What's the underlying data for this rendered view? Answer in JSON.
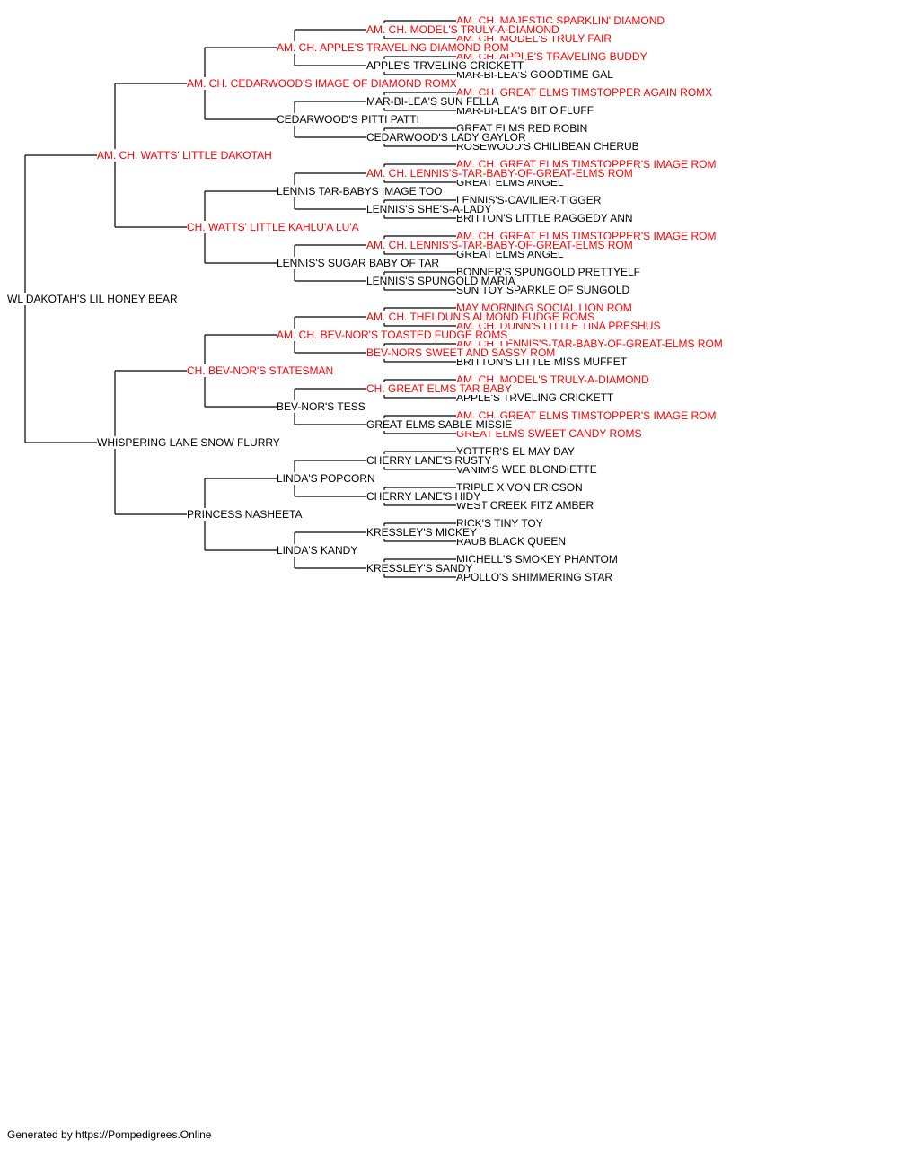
{
  "colors": {
    "titled": "#ff0000",
    "plain": "#000000",
    "line": "#000000"
  },
  "pedigree": {
    "name": "WL DAKOTAH'S LIL HONEY BEAR",
    "titled": false,
    "sire": {
      "name": "AM. CH. WATTS' LITTLE DAKOTAH",
      "titled": true,
      "sire": {
        "name": "AM. CH. CEDARWOOD'S IMAGE OF DIAMOND ROMX",
        "titled": true,
        "sire": {
          "name": "AM. CH. APPLE'S TRAVELING DIAMOND ROM",
          "titled": true,
          "sire": {
            "name": "AM. CH. MODEL'S TRULY-A-DIAMOND",
            "titled": true,
            "sire": {
              "name": "AM. CH. MAJESTIC SPARKLIN' DIAMOND",
              "titled": true
            },
            "dam": {
              "name": "AM. CH. MODEL'S TRULY FAIR",
              "titled": true
            }
          },
          "dam": {
            "name": "APPLE'S TRVELING CRICKETT",
            "titled": false,
            "sire": {
              "name": "AM. CH. APPLE'S TRAVELING BUDDY",
              "titled": true
            },
            "dam": {
              "name": "MAR-BI-LEA'S GOODTIME GAL",
              "titled": false
            }
          }
        },
        "dam": {
          "name": "CEDARWOOD'S PITTI PATTI",
          "titled": false,
          "sire": {
            "name": "MAR-BI-LEA'S SUN FELLA",
            "titled": false,
            "sire": {
              "name": "AM. CH. GREAT ELMS TIMSTOPPER AGAIN ROMX",
              "titled": true
            },
            "dam": {
              "name": "MAR-BI-LEA'S BIT O'FLUFF",
              "titled": false
            }
          },
          "dam": {
            "name": "CEDARWOOD'S LADY GAYLOR",
            "titled": false,
            "sire": {
              "name": "GREAT ELMS RED ROBIN",
              "titled": false
            },
            "dam": {
              "name": "ROSEWOOD'S CHILIBEAN CHERUB",
              "titled": false
            }
          }
        }
      },
      "dam": {
        "name": "CH. WATTS' LITTLE KAHLU'A LU'A",
        "titled": true,
        "sire": {
          "name": "LENNIS TAR-BABYS IMAGE TOO",
          "titled": false,
          "sire": {
            "name": "AM. CH. LENNIS'S-TAR-BABY-OF-GREAT-ELMS ROM",
            "titled": true,
            "sire": {
              "name": "AM. CH. GREAT ELMS TIMSTOPPER'S IMAGE ROM",
              "titled": true
            },
            "dam": {
              "name": "GREAT ELMS ANGEL",
              "titled": false
            }
          },
          "dam": {
            "name": "LENNIS'S SHE'S-A-LADY",
            "titled": false,
            "sire": {
              "name": "LENNIS'S-CAVILIER-TIGGER",
              "titled": false
            },
            "dam": {
              "name": "BRITTON'S LITTLE RAGGEDY ANN",
              "titled": false
            }
          }
        },
        "dam": {
          "name": "LENNIS'S SUGAR BABY OF TAR",
          "titled": false,
          "sire": {
            "name": "AM. CH. LENNIS'S-TAR-BABY-OF-GREAT-ELMS ROM",
            "titled": true,
            "sire": {
              "name": "AM. CH. GREAT ELMS TIMSTOPPER'S IMAGE ROM",
              "titled": true
            },
            "dam": {
              "name": "GREAT ELMS ANGEL",
              "titled": false
            }
          },
          "dam": {
            "name": "LENNIS'S SPUNGOLD MARIA",
            "titled": false,
            "sire": {
              "name": "BONNER'S SPUNGOLD PRETTYELF",
              "titled": false
            },
            "dam": {
              "name": "SUN TOY SPARKLE OF SUNGOLD",
              "titled": false
            }
          }
        }
      }
    },
    "dam": {
      "name": "WHISPERING LANE SNOW FLURRY",
      "titled": false,
      "sire": {
        "name": "CH. BEV-NOR'S STATESMAN",
        "titled": true,
        "sire": {
          "name": "AM. CH. BEV-NOR'S TOASTED FUDGE ROMS",
          "titled": true,
          "sire": {
            "name": "AM. CH. THELDUN'S ALMOND FUDGE ROMS",
            "titled": true,
            "sire": {
              "name": "MAY MORNING SOCIAL LION ROM",
              "titled": true
            },
            "dam": {
              "name": "AM. CH. DUNN'S LITTLE TINA PRESHUS",
              "titled": true
            }
          },
          "dam": {
            "name": "BEV-NORS SWEET AND SASSY ROM",
            "titled": true,
            "sire": {
              "name": "AM. CH. LENNIS'S-TAR-BABY-OF-GREAT-ELMS ROM",
              "titled": true
            },
            "dam": {
              "name": "BRITTON'S LITTLE MISS MUFFET",
              "titled": false
            }
          }
        },
        "dam": {
          "name": "BEV-NOR'S TESS",
          "titled": false,
          "sire": {
            "name": "CH. GREAT ELMS TAR BABY",
            "titled": true,
            "sire": {
              "name": "AM. CH. MODEL'S TRULY-A-DIAMOND",
              "titled": true
            },
            "dam": {
              "name": "APPLE'S TRVELING CRICKETT",
              "titled": false
            }
          },
          "dam": {
            "name": "GREAT ELMS SABLE MISSIE",
            "titled": false,
            "sire": {
              "name": "AM. CH. GREAT ELMS TIMSTOPPER'S IMAGE ROM",
              "titled": true
            },
            "dam": {
              "name": "GREAT ELMS SWEET CANDY ROMS",
              "titled": true
            }
          }
        }
      },
      "dam": {
        "name": "PRINCESS NASHEETA",
        "titled": false,
        "sire": {
          "name": "LINDA'S POPCORN",
          "titled": false,
          "sire": {
            "name": "CHERRY LANE'S RUSTY",
            "titled": false,
            "sire": {
              "name": "YOTTER'S EL MAY DAY",
              "titled": false
            },
            "dam": {
              "name": "VANIM'S WEE BLONDIETTE",
              "titled": false
            }
          },
          "dam": {
            "name": "CHERRY LANE'S HIDY",
            "titled": false,
            "sire": {
              "name": "TRIPLE X VON ERICSON",
              "titled": false
            },
            "dam": {
              "name": "WEST CREEK FITZ AMBER",
              "titled": false
            }
          }
        },
        "dam": {
          "name": "LINDA'S KANDY",
          "titled": false,
          "sire": {
            "name": "KRESSLEY'S MICKEY",
            "titled": false,
            "sire": {
              "name": "RICK'S TINY TOY",
              "titled": false
            },
            "dam": {
              "name": "RAUB BLACK QUEEN",
              "titled": false
            }
          },
          "dam": {
            "name": "KRESSLEY'S SANDY",
            "titled": false,
            "sire": {
              "name": "MICHELL'S SMOKEY PHANTOM",
              "titled": false
            },
            "dam": {
              "name": "APOLLO'S SHIMMERING STAR",
              "titled": false
            }
          }
        }
      }
    }
  },
  "footer": {
    "text": "Generated by https://Pompedigrees.Online"
  }
}
